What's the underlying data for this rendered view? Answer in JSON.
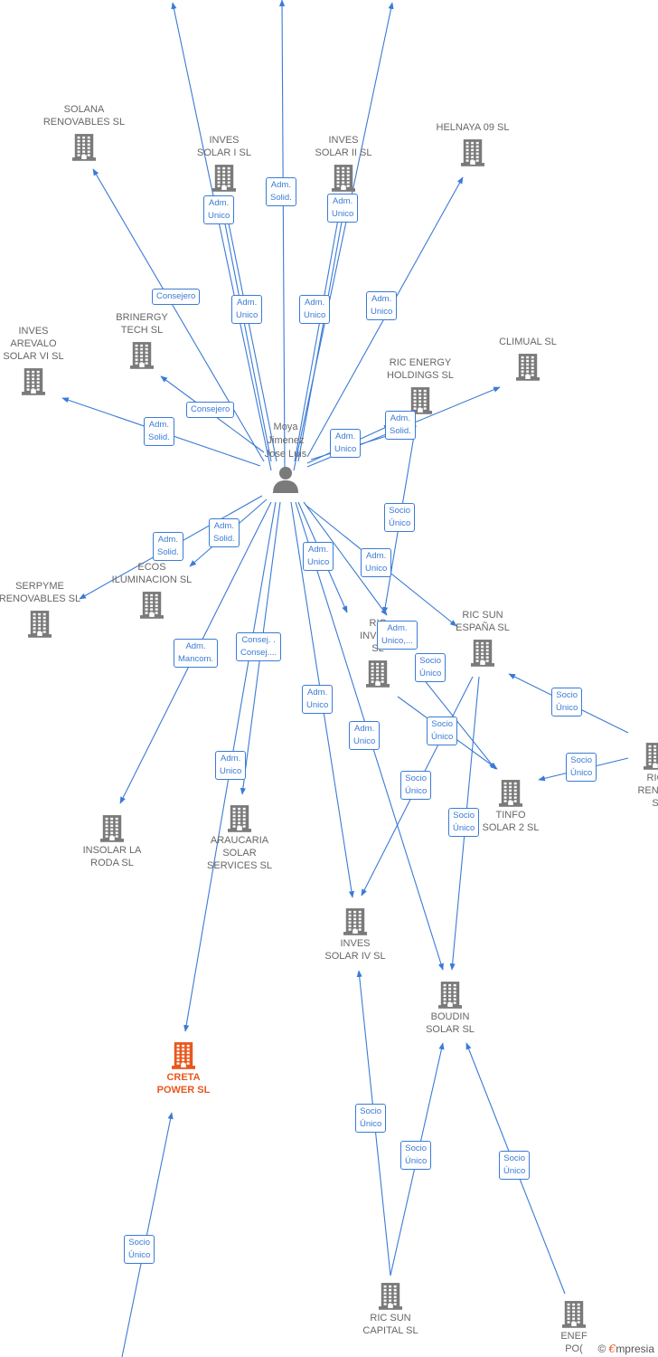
{
  "colors": {
    "edge": "#3a7bd5",
    "building": "#7a7a7a",
    "focus": "#e8571e",
    "text": "#666666"
  },
  "person": {
    "name": [
      "Moya",
      "Jimenez",
      "Jose Luis"
    ],
    "icon": "person-icon"
  },
  "nodes": {
    "solana": [
      "SOLANA",
      "RENOVABLES SL"
    ],
    "inves1": [
      "INVES",
      "SOLAR I SL"
    ],
    "inves2": [
      "INVES",
      "SOLAR II SL"
    ],
    "helnaya": [
      "HELNAYA 09 SL"
    ],
    "brinergy": [
      "BRINERGY",
      "TECH  SL"
    ],
    "invesvi": [
      "INVES",
      "AREVALO",
      "SOLAR VI SL"
    ],
    "climual": [
      "CLIMUAL SL"
    ],
    "ricenergy": [
      "RIC ENERGY",
      "HOLDINGS  SL"
    ],
    "serpyme": [
      "SERPYME",
      "RENOVABLES SL"
    ],
    "ecos": [
      "ECOS",
      "ILUMINACION SL"
    ],
    "ricinv": [
      "RIC",
      "INVEST",
      "SL"
    ],
    "ricsun": [
      "RIC SUN",
      "ESPAÑA  SL"
    ],
    "ricrenov": [
      "RIC",
      "RENOV",
      "S"
    ],
    "tinfo": [
      "TINFO",
      "SOLAR 2 SL"
    ],
    "insolar": [
      "INSOLAR LA",
      "RODA  SL"
    ],
    "araucaria": [
      "ARAUCARIA",
      "SOLAR",
      "SERVICES SL"
    ],
    "inves4": [
      "INVES",
      "SOLAR IV SL"
    ],
    "boudin": [
      "BOUDIN",
      "SOLAR SL"
    ],
    "creta": [
      "CRETA",
      "POWER  SL"
    ],
    "ricsuncap": [
      "RIC SUN",
      "CAPITAL  SL"
    ],
    "enerpo": [
      "ENEF",
      "PO("
    ]
  },
  "tags": [
    [
      "Adm.",
      "Solid."
    ],
    [
      "Adm.",
      "Unico"
    ],
    [
      "Adm.",
      "Unico"
    ],
    [
      "Consejero"
    ],
    [
      "Adm.",
      "Unico"
    ],
    [
      "Adm.",
      "Unico"
    ],
    [
      "Adm.",
      "Unico"
    ],
    [
      "Consejero"
    ],
    [
      "Adm.",
      "Solid."
    ],
    [
      "Adm.",
      "Solid."
    ],
    [
      "Adm.",
      "Unico"
    ],
    [
      "Socio",
      "Único"
    ],
    [
      "Adm.",
      "Solid."
    ],
    [
      "Adm.",
      "Solid."
    ],
    [
      "Adm.",
      "Unico"
    ],
    [
      "Adm.",
      "Unico"
    ],
    [
      "Adm.",
      "Unico,..."
    ],
    [
      "Socio",
      "Único"
    ],
    [
      "Socio",
      "Único"
    ],
    [
      "Adm.",
      "Mancom."
    ],
    [
      "Consej. .",
      "Consej...."
    ],
    [
      "Socio",
      "Único"
    ],
    [
      "Adm.",
      "Unico"
    ],
    [
      "Adm.",
      "Unico"
    ],
    [
      "Socio",
      "Único"
    ],
    [
      "Socio",
      "Único"
    ],
    [
      "Adm.",
      "Unico"
    ],
    [
      "Socio",
      "Único"
    ],
    [
      "Socio",
      "Único"
    ],
    [
      "Socio",
      "Único"
    ],
    [
      "Socio",
      "Único"
    ],
    [
      "Socio",
      "Único"
    ]
  ],
  "brand": {
    "copyright": "©",
    "e": "€",
    "name": "mpresia"
  }
}
